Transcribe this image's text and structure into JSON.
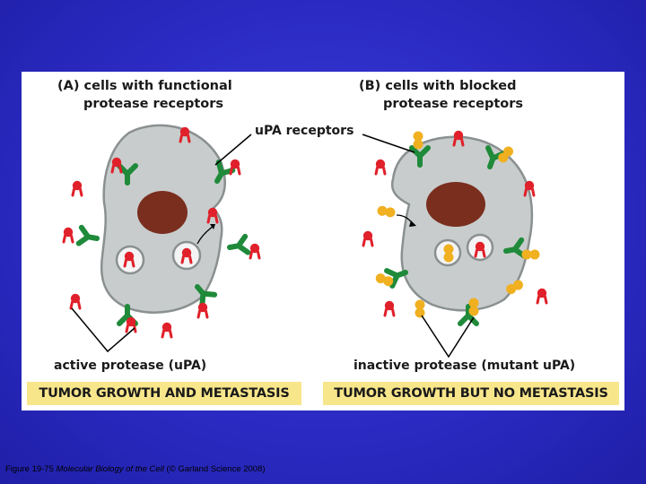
{
  "panel_a": {
    "title_line1": "(A)  cells with functional",
    "title_line2": "protease receptors",
    "bottom_label": "active protease (uPA)",
    "banner": "TUMOR GROWTH AND METASTASIS"
  },
  "panel_b": {
    "title_line1": "(B)  cells with blocked",
    "title_line2": "protease receptors",
    "bottom_label": "inactive protease (mutant uPA)",
    "banner": "TUMOR GROWTH BUT NO METASTASIS"
  },
  "center_label": "uPA receptors",
  "caption": {
    "prefix": "Figure 19-75  ",
    "book": "Molecular Biology of the Cell",
    "suffix": " (© Garland Science 2008)"
  },
  "colors": {
    "background": "#2b2bc4",
    "cell_fill": "#c8cccc",
    "cell_stroke": "#8a9090",
    "nucleus": "#7a2e1e",
    "receptor": "#1f8a3a",
    "active_protease": "#e0202a",
    "inactive_protease": "#f0b020",
    "banner": "#f8e68b"
  }
}
